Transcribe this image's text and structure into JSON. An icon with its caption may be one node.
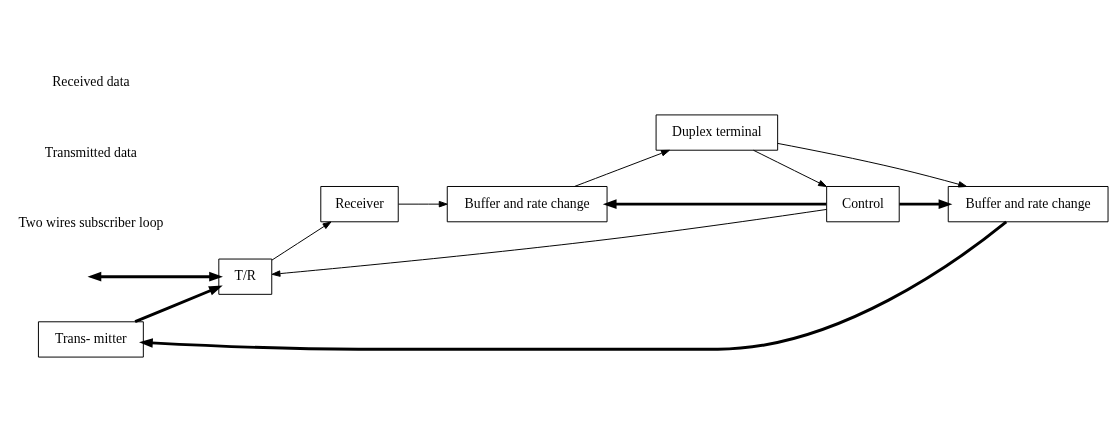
{
  "diagram": {
    "nodes": [
      {
        "text": [
          "Trans- mitter"
        ]
      },
      {
        "text": [
          "Buffer and rate change"
        ]
      },
      {
        "text": [
          "T/R"
        ]
      },
      {
        "text": [
          "Control"
        ]
      },
      {
        "text": [
          "Duplex terminal"
        ]
      },
      {
        "text": [
          "Receiver"
        ]
      },
      {
        "text": [
          "Buffer and rate change"
        ]
      }
    ],
    "edges": [
      {
        "from": 1,
        "to": 0,
        "arrow": "to",
        "style": "thick"
      },
      {
        "from": 0,
        "to": 2,
        "arrow": "to",
        "style": "thick"
      },
      {
        "from": null,
        "to": 2,
        "arrow": "both",
        "style": "thick"
      },
      {
        "from": 3,
        "to": 2,
        "arrow": "to"
      },
      {
        "from": 3,
        "to": 1,
        "arrow": "to",
        "style": "thick"
      },
      {
        "from": 3,
        "to": 6,
        "arrow": "to",
        "style": "thick"
      },
      {
        "from": 4,
        "to": 3,
        "arrow": "to"
      },
      {
        "from": 4,
        "to": 1,
        "arrow": "to"
      },
      {
        "from": 2,
        "to": 5,
        "arrow": "to"
      },
      {
        "from": 5,
        "to": 6,
        "arrow": "to"
      },
      {
        "from": 6,
        "to": 4,
        "arrow": "to"
      }
    ],
    "labels": [
      "Two wires subscriber loop",
      "Transmitted data",
      "Received data"
    ]
  }
}
